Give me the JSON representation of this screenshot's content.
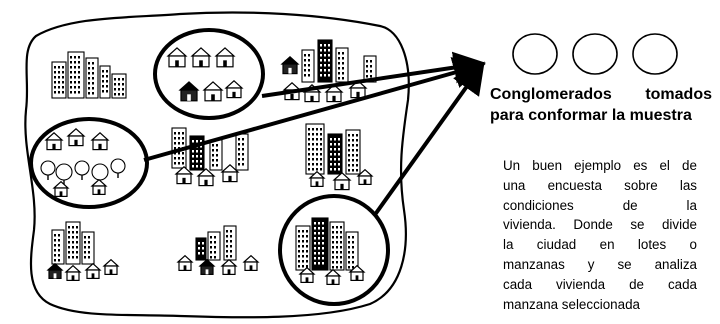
{
  "diagram": {
    "heading_line1_words": [
      "Conglomerados",
      "tomados"
    ],
    "heading_line2": "para conformar la muestra",
    "example_lines": [
      [
        "Un",
        "buen",
        "ejemplo",
        "es",
        "el",
        "de"
      ],
      [
        "una",
        "encuesta",
        "sobre",
        "las"
      ],
      [
        "condiciones",
        "de",
        "la"
      ],
      [
        "vivienda.",
        "Donde",
        "se",
        "divide"
      ],
      [
        "la",
        "ciudad",
        "en",
        "lotes",
        "o"
      ],
      [
        "manzanas",
        "y",
        "se",
        "analiza"
      ],
      [
        "cada",
        "vivienda",
        "de",
        "cada"
      ],
      [
        "manzana seleccionada"
      ]
    ],
    "selected_clusters_count": 3,
    "sample_slots_count": 3,
    "clusters": [
      {
        "name": "cluster-downtown-towers",
        "selected": false
      },
      {
        "name": "cluster-small-houses",
        "selected": true
      },
      {
        "name": "cluster-mixed-buildings",
        "selected": false
      },
      {
        "name": "cluster-tree-neighborhood",
        "selected": true
      },
      {
        "name": "cluster-apartment-blocks",
        "selected": false
      },
      {
        "name": "cluster-office-towers",
        "selected": false
      },
      {
        "name": "cluster-city-skyline",
        "selected": false
      },
      {
        "name": "cluster-industrial-houses",
        "selected": false
      },
      {
        "name": "cluster-high-rise-housing",
        "selected": true
      }
    ]
  }
}
